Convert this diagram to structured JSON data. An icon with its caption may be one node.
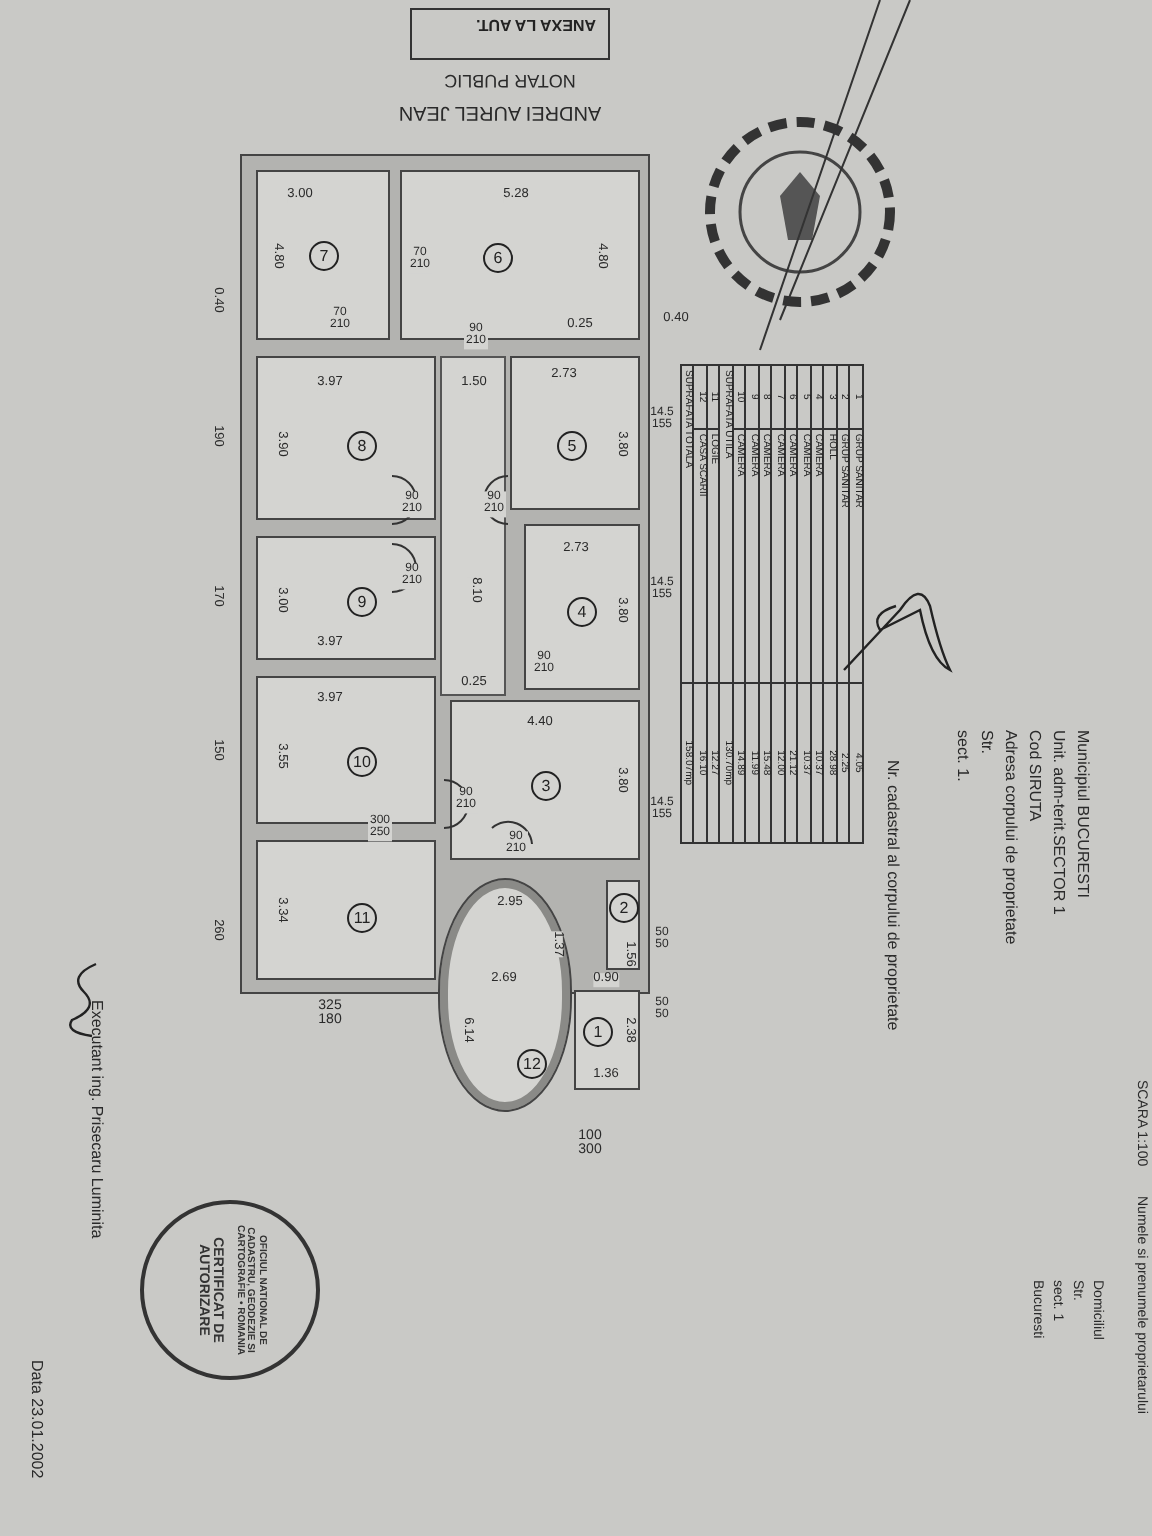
{
  "diagram": {
    "nodes": [
      {
        "text": [
          "7"
        ]
      },
      {
        "text": [
          "6"
        ]
      },
      {
        "text": [
          "8"
        ]
      },
      {
        "text": [
          "5"
        ]
      },
      {
        "text": [
          "9"
        ]
      },
      {
        "text": [
          "4"
        ]
      },
      {
        "text": [
          "10"
        ]
      },
      {
        "text": [
          "3"
        ]
      },
      {
        "text": [
          "11"
        ]
      },
      {
        "text": [
          "2"
        ]
      },
      {
        "text": [
          "12"
        ]
      },
      {
        "text": [
          "1"
        ]
      },
      {
        "text": [
          "OFICIUL NATIONAL DE CADASTRU, GEODEZIE SI CARTOGRAFIE • ROMANIA",
          "CERTIFICAT DE AUTORIZARE"
        ]
      },
      {
        "text": [
          "ANEXA LA AUT."
        ]
      }
    ],
    "labels": [
      "NOTAR PUBLIC",
      "ANDREI AUREL JEAN",
      "3.00",
      "4.80",
      "5.28",
      "4.80",
      "70 210",
      "0.25",
      "70 210",
      "90 210",
      "3.97",
      "3.90",
      "1.50",
      "2.73",
      "3.80",
      "90 210",
      "90 210",
      "8.10",
      "2.73",
      "3.80",
      "90 210",
      "3.00",
      "3.97",
      "90 210",
      "0.25",
      "3.97",
      "3.55",
      "300 250",
      "4.40",
      "3.80",
      "90 210",
      "90 210",
      "3.34",
      "2.95",
      "1.37",
      "2.69",
      "6.14",
      "0.90",
      "1.56",
      "2.38",
      "1.36",
      "0.40",
      "0.40",
      "190",
      "170",
      "150",
      "260",
      "325 180",
      "100 300",
      "14.5 155",
      "14.5 155",
      "14.5 155",
      "50 50",
      "50 50",
      "1",
      "GRUP SANITAR",
      "4.05",
      "2",
      "GRUP SANITAR",
      "2.25",
      "3",
      "HOLL",
      "28.98",
      "4",
      "CAMERA",
      "10.37",
      "5",
      "CAMERA",
      "10.37",
      "6",
      "CAMERA",
      "21.12",
      "7",
      "CAMERA",
      "12.00",
      "8",
      "CAMERA",
      "15.48",
      "9",
      "CAMERA",
      "11.99",
      "10",
      "CAMERA",
      "14.89",
      "SUPRAFATA UTILA",
      "130.70mp",
      "11",
      "LOGIE",
      "12.27",
      "12",
      "CASA SCARII",
      "16.10",
      "SUPRAFATA TOTALA",
      "158.07mp",
      "Municipiul BUCURESTI",
      "Unit. adm-terit.SECTOR 1",
      "Cod SIRUTA",
      "Adresa corpului de proprietate",
      "Str.",
      "sect. 1.",
      "Nr. cadastral al corpului de proprietate",
      "SCARA 1:100",
      "Numele si prenumele proprietarului",
      "Domiciliul",
      "Str.",
      "sect. 1",
      "Bucuresti",
      "Executant ing. Prisecaru Luminita",
      "Data 23.01.2002"
    ]
  }
}
